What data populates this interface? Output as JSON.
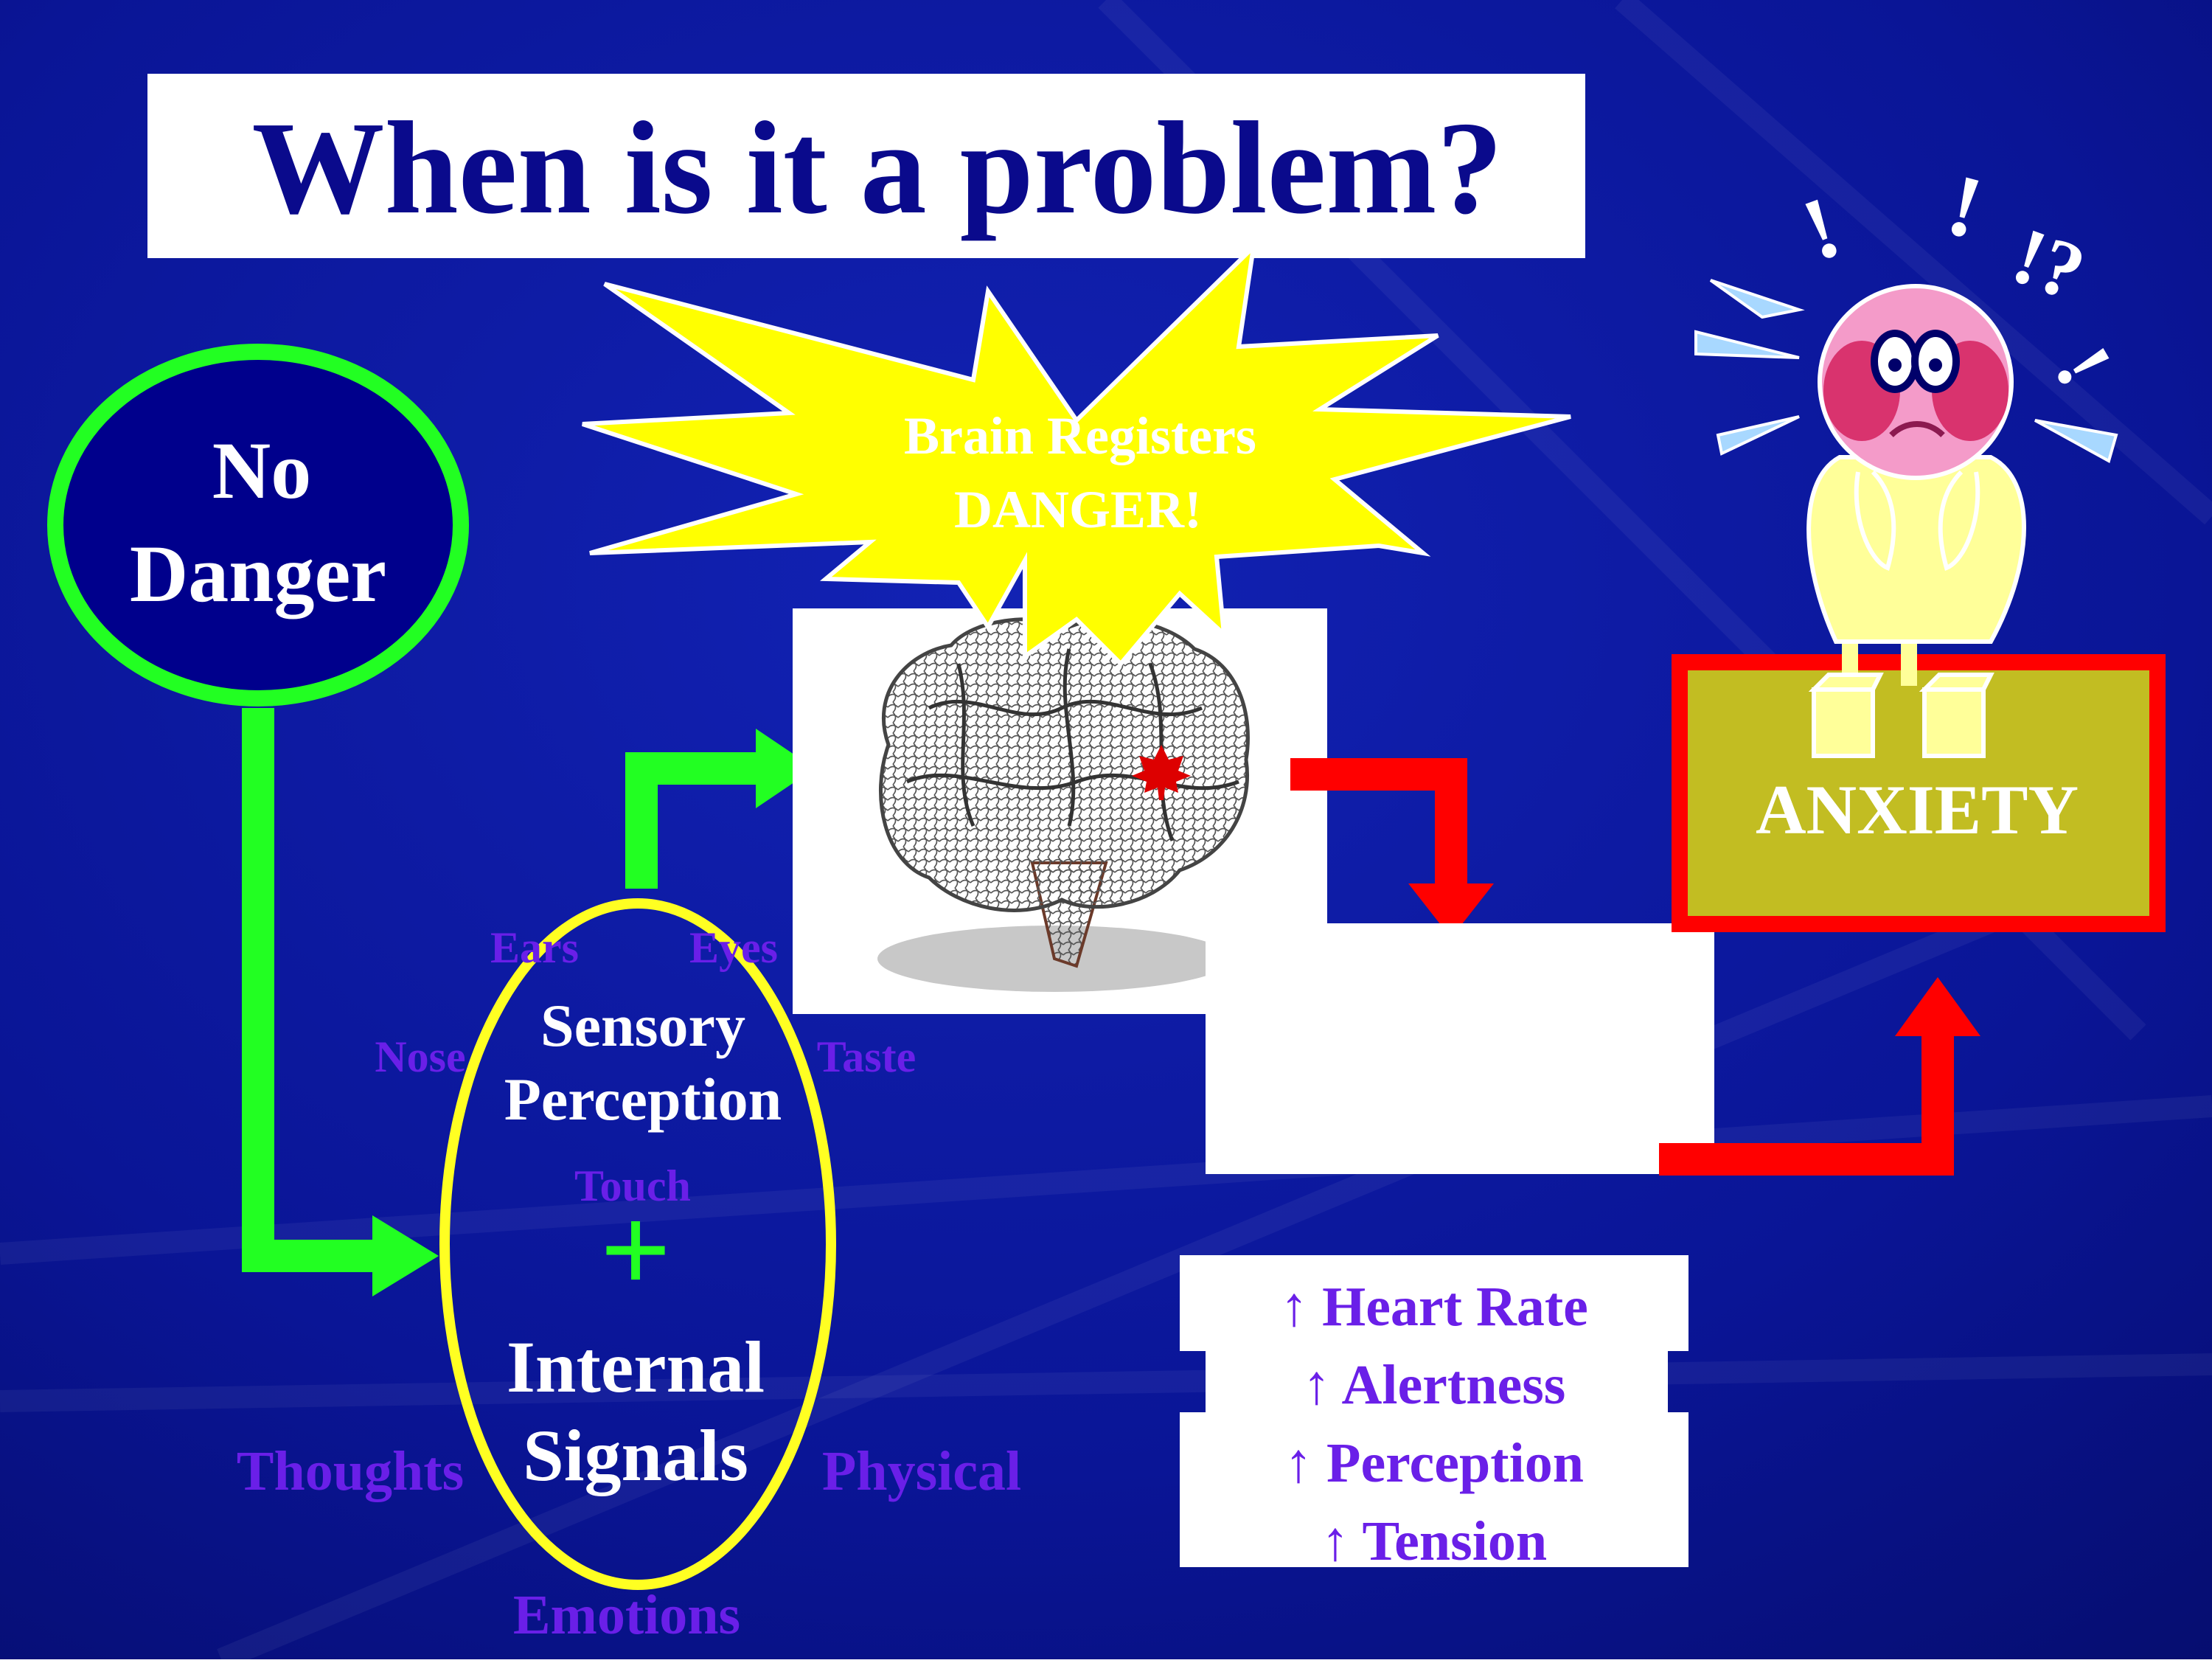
{
  "title": "When is it a problem?",
  "no_danger": {
    "line1": "No",
    "line2": "Danger"
  },
  "burst": {
    "line1": "Brain Registers",
    "line2": "DANGER!"
  },
  "sensory": {
    "line1": "Sensory",
    "line2": "Perception",
    "plus": "+",
    "internal1": "Internal",
    "internal2": "Signals"
  },
  "senses": {
    "ears": "Ears",
    "eyes": "Eyes",
    "nose": "Nose",
    "taste": "Taste",
    "touch": "Touch"
  },
  "internal_labels": {
    "thoughts": "Thoughts",
    "physical": "Physical",
    "emotions": "Emotions"
  },
  "anxiety": "ANXIETY",
  "exclamations": {
    "a": "!",
    "b": "!",
    "c": "!?",
    "d": "!"
  },
  "responses": [
    {
      "arrow": "↑",
      "label": "Heart Rate"
    },
    {
      "arrow": "↑",
      "label": "Alertness"
    },
    {
      "arrow": "↑",
      "label": "Perception"
    },
    {
      "arrow": "↑",
      "label": "Tension"
    }
  ],
  "colors": {
    "background": "#0a1596",
    "green": "#22ff22",
    "red": "#ff0000",
    "yellow": "#ffff00",
    "purple_text": "#6a1fe8",
    "title_text": "#0a0a8c",
    "anxiety_box": "#c2bd22"
  }
}
